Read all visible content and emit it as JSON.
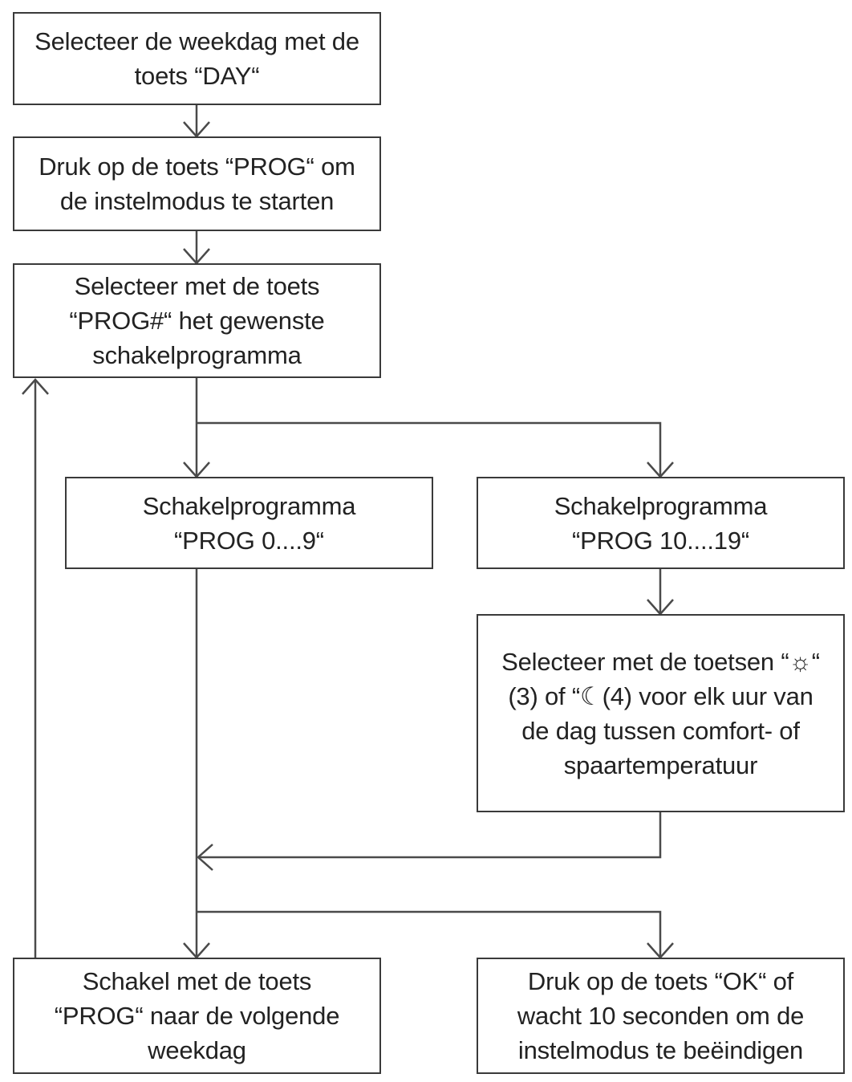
{
  "diagram": {
    "colors": {
      "stroke": "#3a3a3a",
      "text": "#222222",
      "background": "#ffffff"
    },
    "nodes": [
      {
        "id": "select-weekday",
        "text": "Selecteer de weekdag met de\ntoets “DAY“"
      },
      {
        "id": "press-prog-start",
        "text": "Druk op de toets “PROG“ om\nde instelmodus te starten"
      },
      {
        "id": "select-program",
        "text": "Selecteer met de toets\n“PROG#“ het gewenste\nschakelprogramma"
      },
      {
        "id": "program-0-9",
        "text": "Schakelprogramma\n“PROG 0....9“"
      },
      {
        "id": "program-10-19",
        "text": "Schakelprogramma\n“PROG 10....19“"
      },
      {
        "id": "select-comfort-eco",
        "text": "Selecteer met de toetsen “☼“\n(3) of “☾(4) voor elk uur van\nde dag tussen comfort- of\nspaartemperatuur"
      },
      {
        "id": "next-weekday",
        "text": "Schakel met de toets\n“PROG“ naar de volgende\nweekdag"
      },
      {
        "id": "press-ok-end",
        "text": "Druk op de toets “OK“ of\nwacht 10 seconden om de\ninstelmodus te beëindigen"
      }
    ],
    "edges": [
      {
        "from": "select-weekday",
        "to": "press-prog-start"
      },
      {
        "from": "press-prog-start",
        "to": "select-program"
      },
      {
        "from": "select-program",
        "to": "program-0-9"
      },
      {
        "from": "select-program",
        "to": "program-10-19"
      },
      {
        "from": "program-10-19",
        "to": "select-comfort-eco"
      },
      {
        "from": "select-comfort-eco",
        "to": "merge-point"
      },
      {
        "from": "program-0-9",
        "to": "merge-point"
      },
      {
        "from": "merge-point",
        "to": "next-weekday"
      },
      {
        "from": "merge-point",
        "to": "press-ok-end"
      },
      {
        "from": "next-weekday",
        "to": "select-program"
      }
    ]
  }
}
